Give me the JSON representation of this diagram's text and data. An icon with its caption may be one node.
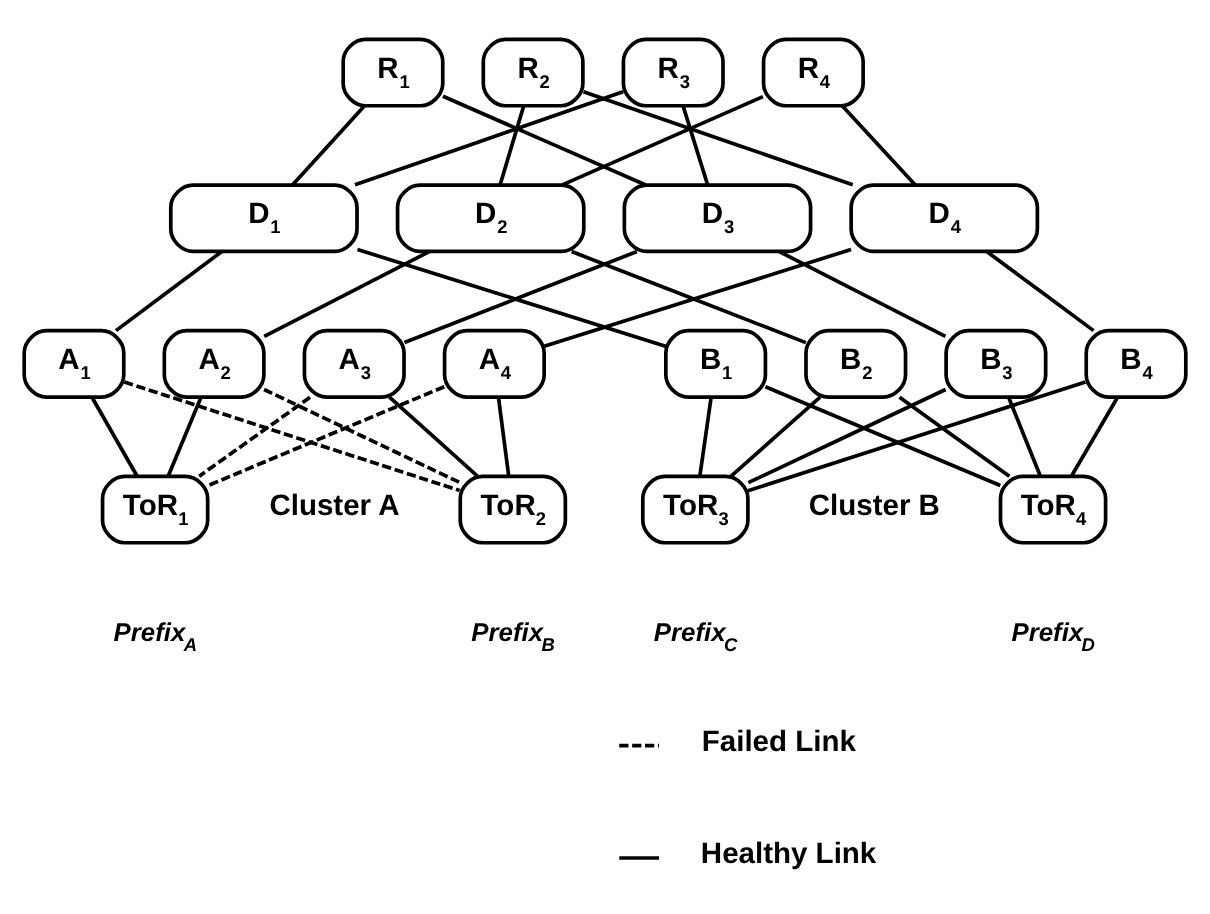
{
  "diagram": {
    "nodes": [
      {
        "text": [
          "R$_{1}$"
        ]
      },
      {
        "text": [
          "R$_{2}$"
        ]
      },
      {
        "text": [
          "R$_{3}$"
        ]
      },
      {
        "text": [
          "R$_{4}$"
        ]
      },
      {
        "text": [
          "D$_{1}$"
        ]
      },
      {
        "text": [
          "D$_{2}$"
        ]
      },
      {
        "text": [
          "D$_{3}$"
        ]
      },
      {
        "text": [
          "D$_{4}$"
        ]
      },
      {
        "text": [
          "A$_{1}$"
        ]
      },
      {
        "text": [
          "A$_{2}$"
        ]
      },
      {
        "text": [
          "A$_{3}$"
        ]
      },
      {
        "text": [
          "A$_{4}$"
        ]
      },
      {
        "text": [
          "B$_{1}$"
        ]
      },
      {
        "text": [
          "B$_{2}$"
        ]
      },
      {
        "text": [
          "B$_{3}$"
        ]
      },
      {
        "text": [
          "B$_{4}$"
        ]
      },
      {
        "text": [
          "ToR$_{1}$"
        ],
        "beside": [
          "Prefix$_{A}$"
        ]
      },
      {
        "text": [
          "ToR$_{2}$"
        ],
        "beside": [
          "Prefix$_{B}$"
        ]
      },
      {
        "text": [
          "ToR$_{3}$"
        ],
        "beside": [
          "Prefix$_{C}$"
        ]
      },
      {
        "text": [
          "ToR$_{4}$"
        ],
        "beside": [
          "Prefix$_{D}$"
        ]
      }
    ],
    "edges": [
      {
        "from": 0,
        "to": 4,
        "arrow": "none"
      },
      {
        "from": 0,
        "to": 6,
        "arrow": "none"
      },
      {
        "from": 1,
        "to": 5,
        "arrow": "none"
      },
      {
        "from": 1,
        "to": 7,
        "arrow": "none"
      },
      {
        "from": 2,
        "to": 4,
        "arrow": "none"
      },
      {
        "from": 2,
        "to": 6,
        "arrow": "none"
      },
      {
        "from": 3,
        "to": 5,
        "arrow": "none"
      },
      {
        "from": 3,
        "to": 7,
        "arrow": "none"
      },
      {
        "from": 4,
        "to": 8,
        "arrow": "none"
      },
      {
        "from": 4,
        "to": 12,
        "arrow": "none"
      },
      {
        "from": 5,
        "to": 9,
        "arrow": "none"
      },
      {
        "from": 5,
        "to": 13,
        "arrow": "none"
      },
      {
        "from": 6,
        "to": 10,
        "arrow": "none"
      },
      {
        "from": 6,
        "to": 14,
        "arrow": "none"
      },
      {
        "from": 7,
        "to": 11,
        "arrow": "none"
      },
      {
        "from": 7,
        "to": 15,
        "arrow": "none"
      },
      {
        "from": 8,
        "to": 16,
        "arrow": "none"
      },
      {
        "from": 8,
        "to": 17,
        "arrow": "none",
        "style": "dashed"
      },
      {
        "from": 9,
        "to": 16,
        "arrow": "none"
      },
      {
        "from": 9,
        "to": 17,
        "arrow": "none",
        "style": "dashed"
      },
      {
        "from": 10,
        "to": 16,
        "arrow": "none",
        "style": "dashed"
      },
      {
        "from": 10,
        "to": 17,
        "arrow": "none"
      },
      {
        "from": 11,
        "to": 16,
        "arrow": "none",
        "style": "dashed"
      },
      {
        "from": 11,
        "to": 17,
        "arrow": "none"
      },
      {
        "from": 12,
        "to": 18,
        "arrow": "none"
      },
      {
        "from": 12,
        "to": 19,
        "arrow": "none"
      },
      {
        "from": 13,
        "to": 18,
        "arrow": "none"
      },
      {
        "from": 13,
        "to": 19,
        "arrow": "none"
      },
      {
        "from": 14,
        "to": 18,
        "arrow": "none"
      },
      {
        "from": 14,
        "to": 19,
        "arrow": "none"
      },
      {
        "from": 15,
        "to": 18,
        "arrow": "none"
      },
      {
        "from": 15,
        "to": 19,
        "arrow": "none"
      }
    ],
    "labels": [
      "Cluster A",
      "Cluster B"
    ],
    "legend": [
      {
        "text": "Failed Link"
      },
      {
        "text": "Healthy Link"
      }
    ]
  }
}
